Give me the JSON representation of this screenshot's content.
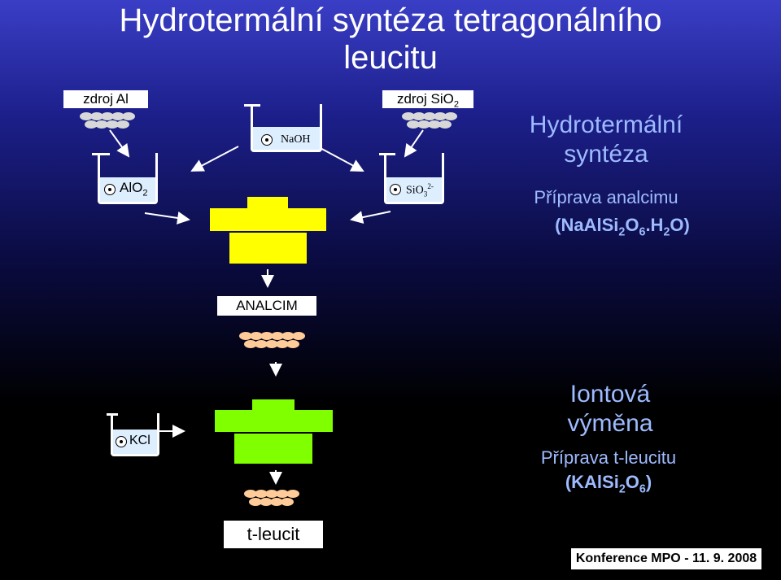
{
  "title": {
    "line1": "Hydrotermální syntéza tetragonálního",
    "line2": "leucitu"
  },
  "left": {
    "al_source_label": "zdroj Al",
    "alo2_label": "AlO",
    "alo2_sub": "2"
  },
  "center": {
    "naoh_label": "NaOH",
    "analcim_label": "ANALCIM",
    "tleucit_label": "t-leucit"
  },
  "right": {
    "si_source_label": "zdroj SiO",
    "si_source_sub": "2",
    "sio3_label": "SiO",
    "sio3_sub": "3",
    "sio3_sup": "2-"
  },
  "side": {
    "hydro_heading_1": "Hydrotermální",
    "hydro_heading_2": "syntéza",
    "prep_analcim": "Příprava analcimu",
    "analcim_formula": {
      "a": "(NaAlSi",
      "s1": "2",
      "b": "O",
      "s2": "6",
      "c": ".H",
      "s3": "2",
      "d": "O)"
    },
    "ion_heading_1": "Iontová",
    "ion_heading_2": "výměna",
    "prep_leucit": "Příprava t-leucitu",
    "leucit_formula": {
      "a": "(KAlSi",
      "s1": "2",
      "b": "O",
      "s2": "6",
      "c": ")"
    }
  },
  "kcl_label": "KCl",
  "footer": "Konference MPO - 11. 9. 2008",
  "colors": {
    "reactor_top": "#ffff00",
    "reactor_bottom": "#80ff00",
    "heading": "#9ebbff"
  }
}
